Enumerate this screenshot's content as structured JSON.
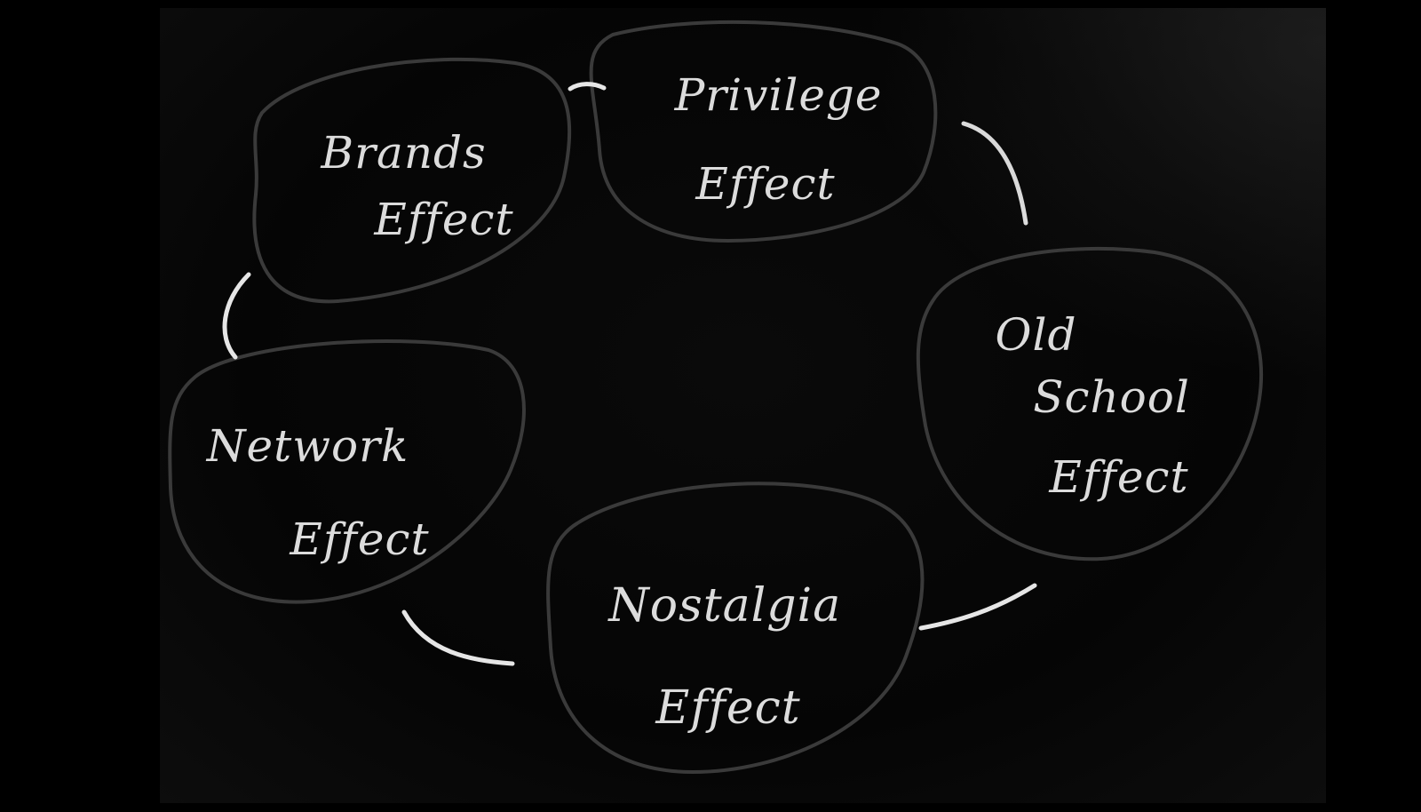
{
  "nodes": [
    {
      "id": "brands",
      "lines": [
        "Brands",
        "Effect"
      ]
    },
    {
      "id": "privilege",
      "lines": [
        "Privilege",
        "Effect"
      ]
    },
    {
      "id": "old-school",
      "lines": [
        "Old",
        "School",
        "Effect"
      ]
    },
    {
      "id": "nostalgia",
      "lines": [
        "Nostalgia",
        "Effect"
      ]
    },
    {
      "id": "network",
      "lines": [
        "Network",
        "Effect"
      ]
    }
  ],
  "colors": {
    "background": "#000000",
    "chalk": "#dcdcdc",
    "bubble_outline": "#3a3a3a",
    "connector": "#e6e6e6"
  }
}
